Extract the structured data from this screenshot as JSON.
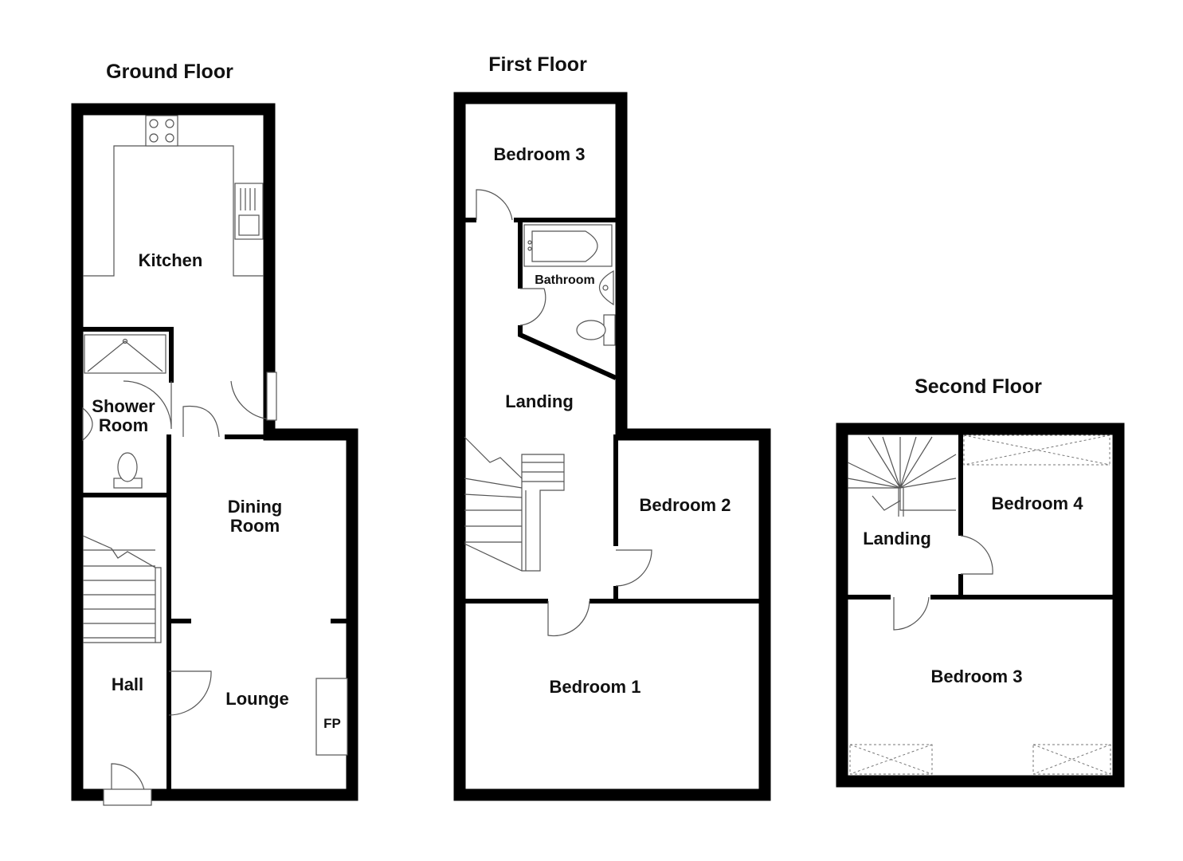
{
  "floors": {
    "ground": {
      "title": "Ground Floor",
      "rooms": {
        "kitchen": "Kitchen",
        "shower_line1": "Shower",
        "shower_line2": "Room",
        "dining_line1": "Dining",
        "dining_line2": "Room",
        "hall": "Hall",
        "lounge": "Lounge",
        "fireplace": "FP"
      }
    },
    "first": {
      "title": "First Floor",
      "rooms": {
        "bedroom3": "Bedroom 3",
        "bathroom": "Bathroom",
        "landing": "Landing",
        "bedroom2": "Bedroom 2",
        "bedroom1": "Bedroom 1"
      }
    },
    "second": {
      "title": "Second Floor",
      "rooms": {
        "landing": "Landing",
        "bedroom4": "Bedroom 4",
        "bedroom3": "Bedroom 3"
      }
    }
  },
  "colors": {
    "wall": "#000000",
    "fixture": "#555555",
    "background": "#ffffff"
  }
}
